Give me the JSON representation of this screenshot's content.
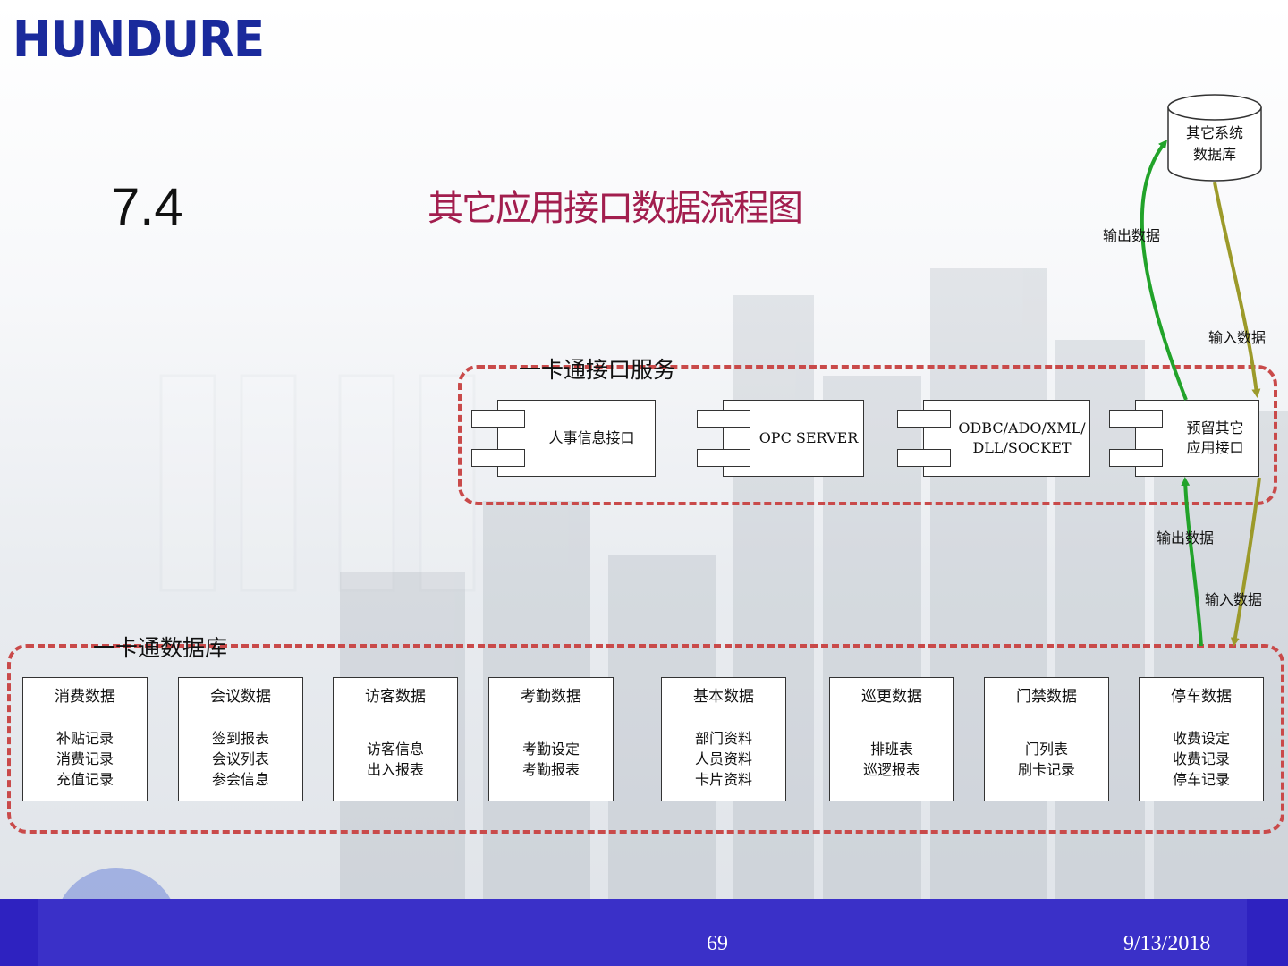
{
  "brand": {
    "logo": "HUNDURE"
  },
  "slide": {
    "section": "7.4",
    "title": "其它应用接口数据流程图"
  },
  "external_db": {
    "label_line1": "其它系统",
    "label_line2": "数据库"
  },
  "interface_group": {
    "title": "一卡通接口服务",
    "components": [
      {
        "line1": "人事信息接口",
        "line2": ""
      },
      {
        "line1": "OPC SERVER",
        "line2": ""
      },
      {
        "line1": "ODBC/ADO/XML/",
        "line2": "DLL/SOCKET"
      },
      {
        "line1": "预留其它",
        "line2": "应用接口"
      }
    ]
  },
  "database_group": {
    "title": "一卡通数据库",
    "tables": [
      {
        "header": "消费数据",
        "rows": [
          "补贴记录",
          "消费记录",
          "充值记录"
        ]
      },
      {
        "header": "会议数据",
        "rows": [
          "签到报表",
          "会议列表",
          "参会信息"
        ]
      },
      {
        "header": "访客数据",
        "rows": [
          "访客信息",
          "出入报表"
        ]
      },
      {
        "header": "考勤数据",
        "rows": [
          "考勤设定",
          "考勤报表"
        ]
      },
      {
        "header": "基本数据",
        "rows": [
          "部门资料",
          "人员资料",
          "卡片资料"
        ]
      },
      {
        "header": "巡更数据",
        "rows": [
          "排班表",
          "巡逻报表"
        ]
      },
      {
        "header": "门禁数据",
        "rows": [
          "门列表",
          "刷卡记录"
        ]
      },
      {
        "header": "停车数据",
        "rows": [
          "收费设定",
          "收费记录",
          "停车记录"
        ]
      }
    ]
  },
  "flows": {
    "upper_out": "输出数据",
    "upper_in": "输入数据",
    "lower_out": "输出数据",
    "lower_in": "输入数据"
  },
  "colors": {
    "out_arrow": "#22a32a",
    "in_arrow": "#9c9a2a",
    "dash": "#c94a4a",
    "title": "#a21e4e",
    "logo": "#1a2a9c"
  },
  "footer": {
    "page": "69",
    "date": "9/13/2018"
  }
}
